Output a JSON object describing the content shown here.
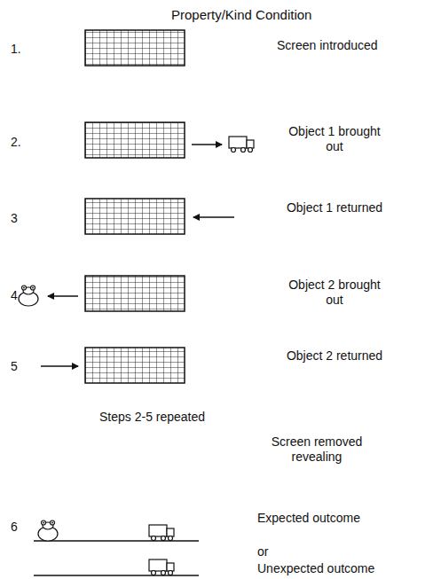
{
  "diagram": {
    "title": "Property/Kind Condition",
    "labels": [
      "1.",
      "Screen introduced",
      "2.",
      "Object 1 brought out",
      "3",
      "Object 1 returned",
      "4",
      "Object 2 brought out",
      "5",
      "Object 2 returned",
      "Steps 2-5 repeated",
      "Screen removed revealing",
      "6",
      "Expected outcome",
      "or",
      "Unexpected outcome"
    ]
  }
}
